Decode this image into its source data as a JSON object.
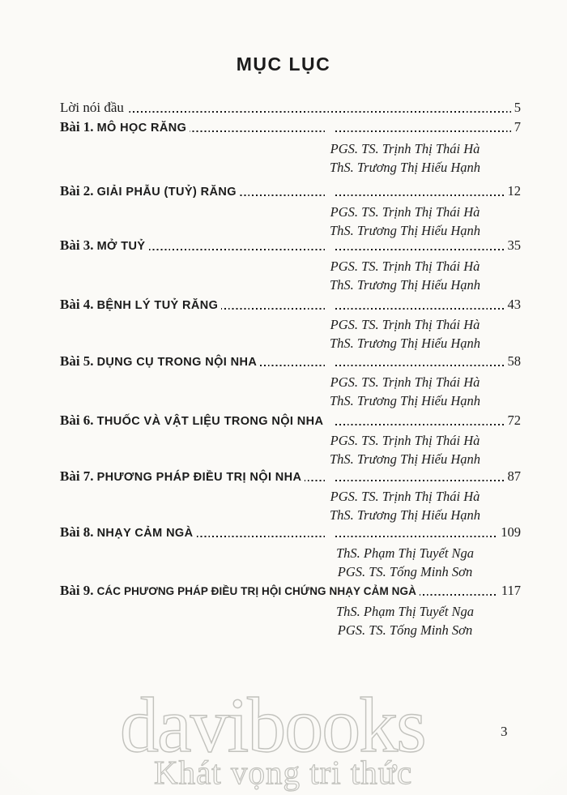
{
  "page": {
    "title": "MỤC LỤC",
    "folio": "3"
  },
  "toc": {
    "entries": [
      {
        "label": "Lời nói đầu",
        "page": "5"
      },
      {
        "prefix": "Bài 1.",
        "name": "MÔ HỌC RĂNG",
        "page": "7",
        "authors": [
          "PGS. TS. Trịnh Thị Thái Hà",
          "ThS. Trương Thị Hiếu Hạnh"
        ]
      },
      {
        "prefix": "Bài 2.",
        "name": "GIẢI PHẪU (TUỶ) RĂNG",
        "page": "12",
        "authors": [
          "PGS. TS. Trịnh Thị Thái Hà",
          "ThS. Trương Thị Hiếu Hạnh"
        ]
      },
      {
        "prefix": "Bài 3.",
        "name": "MỞ TUỶ",
        "page": "35",
        "authors": [
          "PGS. TS. Trịnh Thị Thái Hà",
          "ThS. Trương Thị Hiếu Hạnh"
        ]
      },
      {
        "prefix": "Bài 4.",
        "name": "BỆNH LÝ TUỶ RĂNG",
        "page": "43",
        "authors": [
          "PGS. TS. Trịnh Thị Thái Hà",
          "ThS. Trương Thị Hiếu Hạnh"
        ]
      },
      {
        "prefix": "Bài 5.",
        "name": "DỤNG CỤ TRONG NỘI NHA",
        "page": "58",
        "authors": [
          "PGS. TS. Trịnh Thị Thái Hà",
          "ThS. Trương Thị Hiếu Hạnh"
        ]
      },
      {
        "prefix": "Bài 6.",
        "name": "THUỐC VÀ VẬT LIỆU TRONG NỘI NHA",
        "page": "72",
        "authors": [
          "PGS. TS. Trịnh Thị Thái Hà",
          "ThS. Trương Thị Hiếu Hạnh"
        ]
      },
      {
        "prefix": "Bài 7.",
        "name": "PHƯƠNG PHÁP ĐIỀU TRỊ NỘI NHA",
        "page": "87",
        "authors": [
          "PGS. TS. Trịnh Thị Thái Hà",
          "ThS. Trương Thị Hiếu Hạnh"
        ]
      },
      {
        "prefix": "Bài 8.",
        "name": "NHẠY CẢM NGÀ",
        "page": "109",
        "authors": [
          "ThS. Phạm Thị Tuyết Nga",
          "PGS. TS. Tống Minh Sơn"
        ]
      },
      {
        "prefix": "Bài 9.",
        "name": "CÁC PHƯƠNG PHÁP ĐIỀU TRỊ HỘI CHỨNG NHẠY CẢM NGÀ",
        "page": "117",
        "authors": [
          "ThS. Phạm Thị Tuyết Nga",
          "PGS. TS. Tống Minh Sơn"
        ]
      }
    ]
  },
  "watermark": {
    "logo": "davibooks",
    "slogan": "Khát vọng tri thức"
  }
}
